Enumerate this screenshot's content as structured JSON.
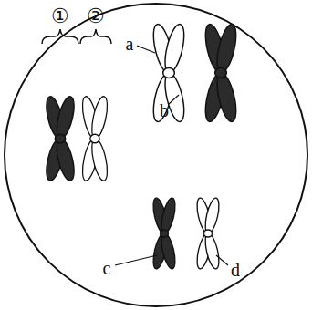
{
  "diagram": {
    "labels": [
      "①",
      "②",
      "a",
      "b",
      "c",
      "d"
    ]
  }
}
